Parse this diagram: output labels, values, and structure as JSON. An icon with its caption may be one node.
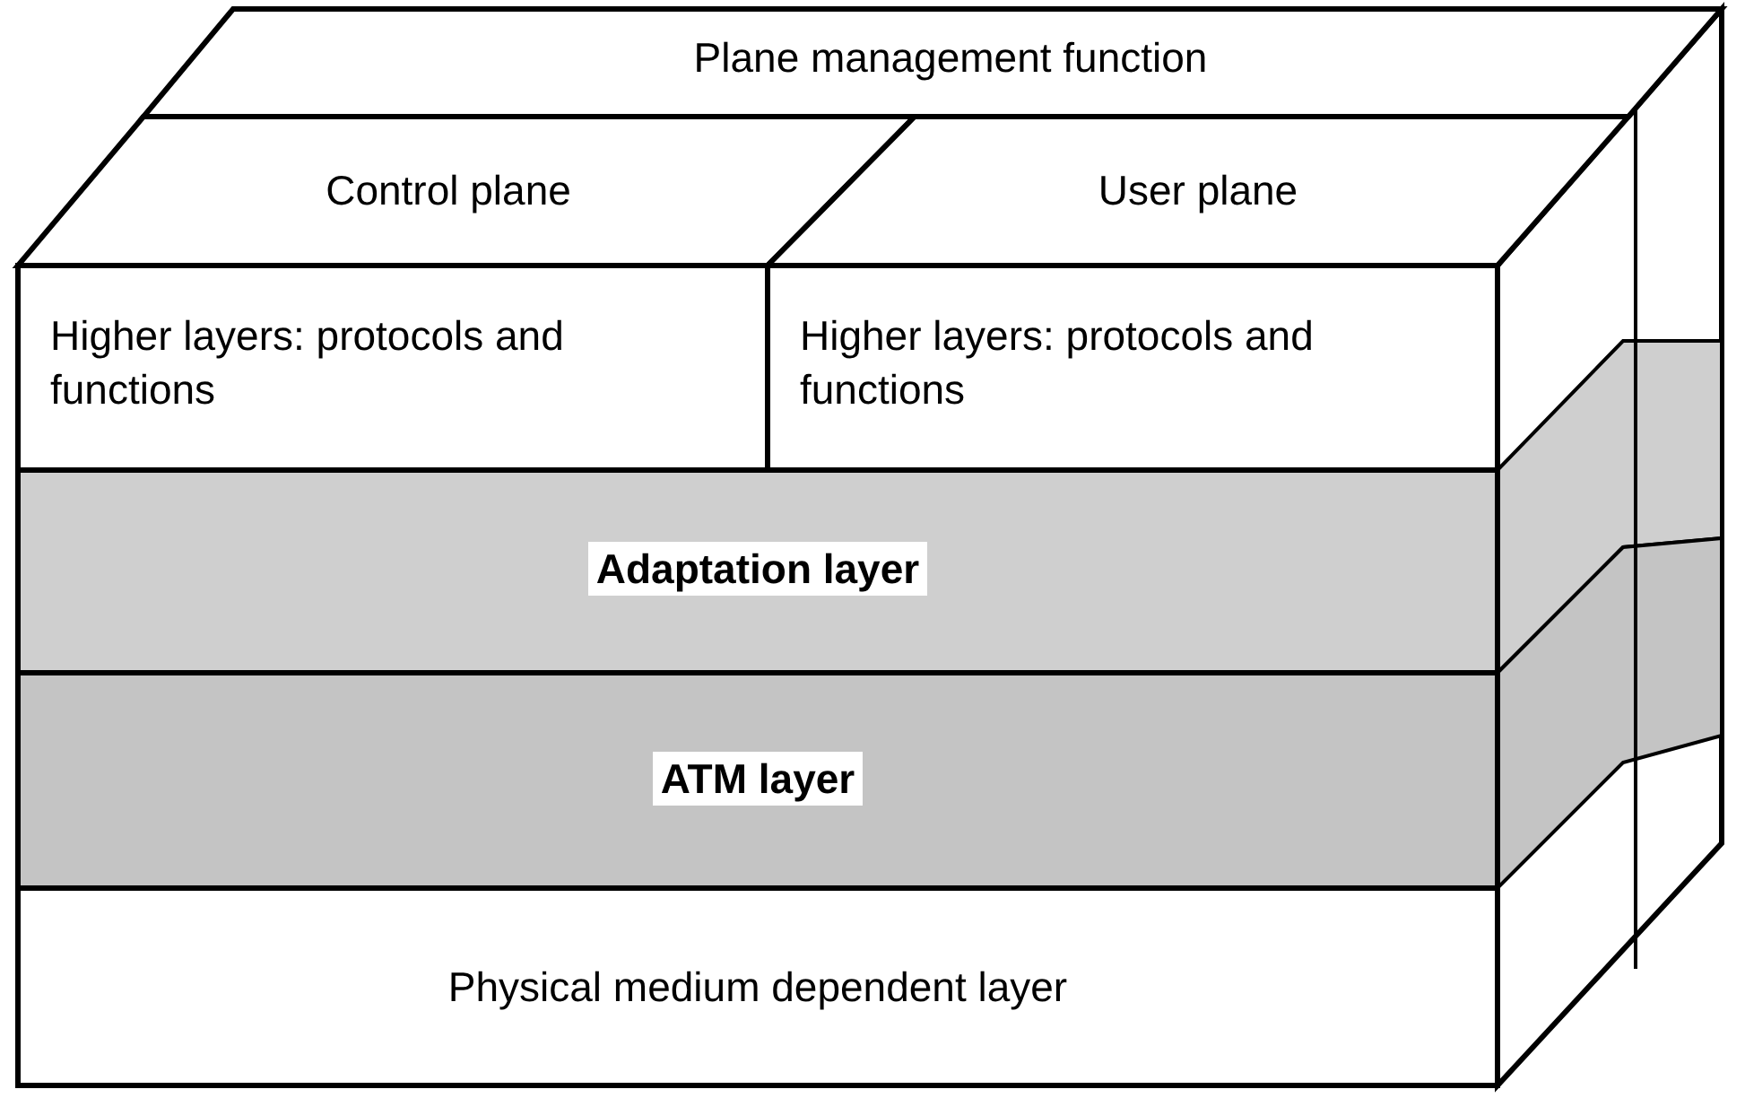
{
  "diagram": {
    "nodes": [
      {
        "text": [
          "Plane management function"
        ]
      },
      {
        "text": [
          "Control plane"
        ]
      },
      {
        "text": [
          "User plane"
        ]
      },
      {
        "text": [
          "Higher layers: protocols and functions"
        ]
      },
      {
        "text": [
          "Higher layers: protocols and functions"
        ]
      },
      {
        "text": [
          "Adaptation layer"
        ]
      },
      {
        "text": [
          "ATM layer"
        ]
      },
      {
        "text": [
          "Physical medium dependent layer"
        ]
      }
    ]
  }
}
